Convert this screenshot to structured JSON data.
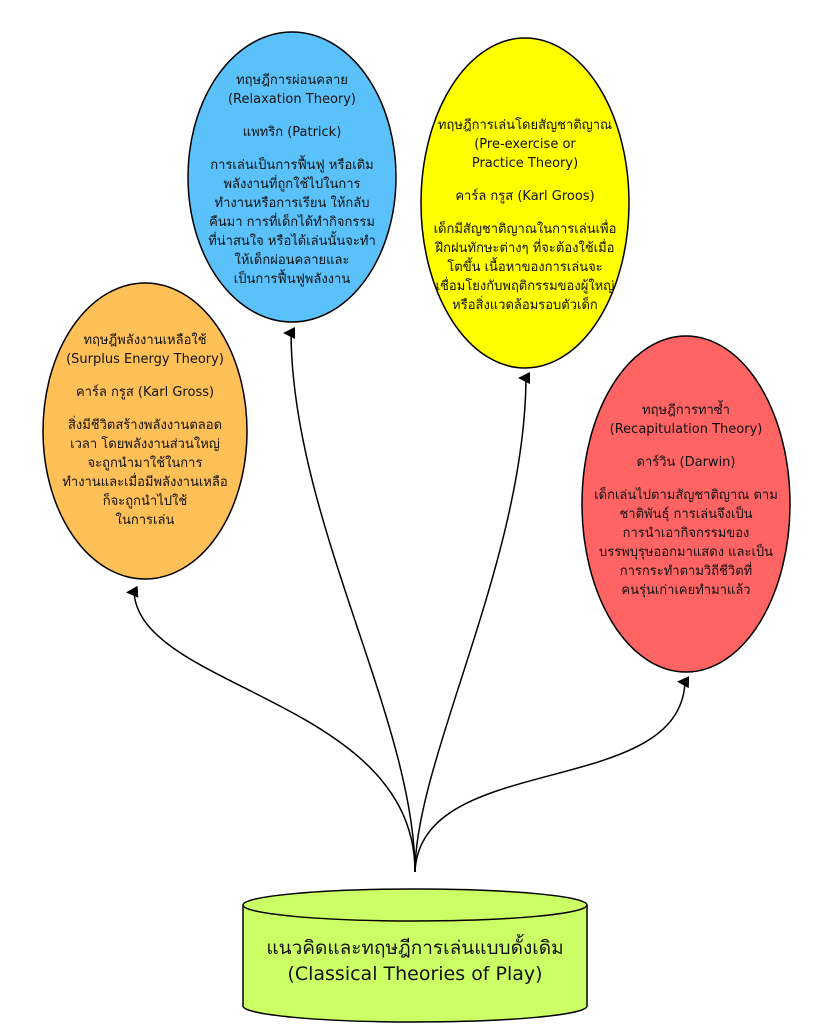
{
  "colors": {
    "surplus": "#FFC058",
    "relaxation": "#5AC1FB",
    "preexercise": "#FFFF00",
    "recapitulation": "#FE6464",
    "root": "#CCFF66"
  },
  "root": {
    "line1": "แนวคิดและทฤษฎีการเล่นแบบดั้งเดิม",
    "line2": "(Classical Theories of Play)"
  },
  "theories": {
    "surplus": {
      "title_th": "ทฤษฎีพลังงานเหลือใช้",
      "title_en": "(Surplus Energy Theory)",
      "person": "คาร์ล กรูส (Karl Gross)",
      "desc": [
        "สิ่งมีชีวิตสร้างพลังงานตลอด",
        "เวลา โดยพลังงานส่วนใหญ่",
        "จะถูกนำมาใช้ในการ",
        "ทำงานและเมื่อมีพลังงานเหลือ",
        "ก็จะถูกนำไปใช้",
        "ในการเล่น"
      ]
    },
    "relaxation": {
      "title_th": "ทฤษฎีการผ่อนคลาย",
      "title_en": "(Relaxation Theory)",
      "person": "แพทริก (Patrick)",
      "desc": [
        "การเล่นเป็นการฟื้นฟู หรือเติม",
        "พลังงานที่ถูกใช้ไปในการ",
        "ทำงานหรือการเรียน ให้กลับ",
        "คืนมา การที่เด็กได้ทำกิจกรรม",
        "ที่น่าสนใจ หรือได้เล่นนั้นจะทำ",
        "ให้เด็กผ่อนคลายและ",
        "เป็นการฟื้นฟูพลังงาน"
      ]
    },
    "preexercise": {
      "title_th": "ทฤษฎีการเล่นโดยสัญชาติญาณ",
      "title_en1": "(Pre-exercise or",
      "title_en2": "Practice Theory)",
      "person": "คาร์ล กรูส (Karl Groos)",
      "desc": [
        "เด็กมีสัญชาติญาณในการเล่นเพื่อ",
        "ฝึกฝนทักษะต่างๆ ที่จะต้องใช้เมื่อ",
        "โตขึ้น เนื้อหาของการเล่นจะ",
        "เชื่อมโยงกับพฤติกรรมของผู้ใหญ่",
        "หรือสิ่งแวดล้อมรอบตัวเด็ก"
      ]
    },
    "recapitulation": {
      "title_th": "ทฤษฎีการทาซ้ำ",
      "title_en": "(Recapitulation Theory)",
      "person": "ดาร์วิน (Darwin)",
      "desc": [
        "เด็กเล่นไปตามสัญชาติญาณ ตาม",
        "ชาติพันธุ์ การเล่นจึงเป็น",
        "การนำเอากิจกรรมของ",
        "บรรพบุรุษออกมาแสดง และเป็น",
        "การกระทำตามวิถีชีวิตที่",
        "คนรุ่นเก่าเคยทำมาแล้ว"
      ]
    }
  }
}
